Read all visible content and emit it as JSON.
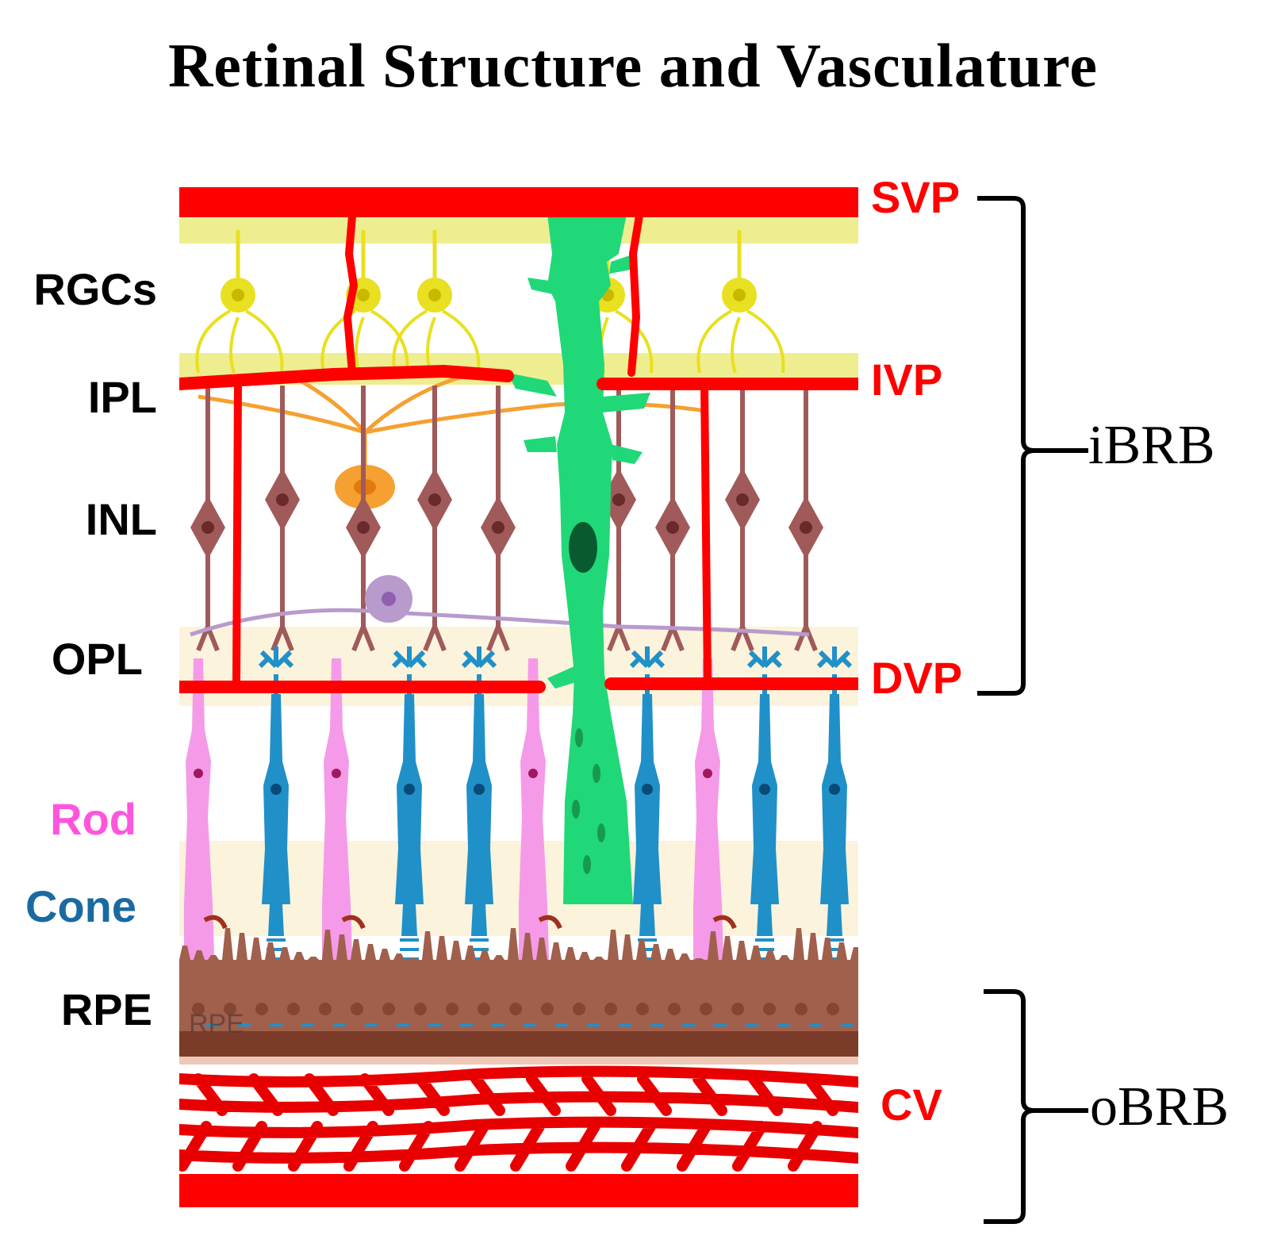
{
  "title": "Retinal Structure and Vasculature",
  "layers": {
    "rgcs": "RGCs",
    "ipl": "IPL",
    "inl": "INL",
    "opl": "OPL",
    "rod": "Rod",
    "cone": "Cone",
    "rpe": "RPE"
  },
  "vessels": {
    "svp": "SVP",
    "ivp": "IVP",
    "dvp": "DVP",
    "cv": "CV"
  },
  "barriers": {
    "inner": "iBRB",
    "outer": "oBRB"
  },
  "rpe_inner_text": "RPE",
  "colors": {
    "vessel": "#ff0000",
    "ganglion": "#e8e020",
    "amacrine": "#f5a030",
    "bipolar": "#a05a5a",
    "muller": "#20d878",
    "horizontal": "#b89acc",
    "rod": "#f59ae8",
    "cone": "#2090c8",
    "rpe": "#a0604c",
    "rod_label": "#ff55dd",
    "cone_label": "#1a6aa0"
  }
}
